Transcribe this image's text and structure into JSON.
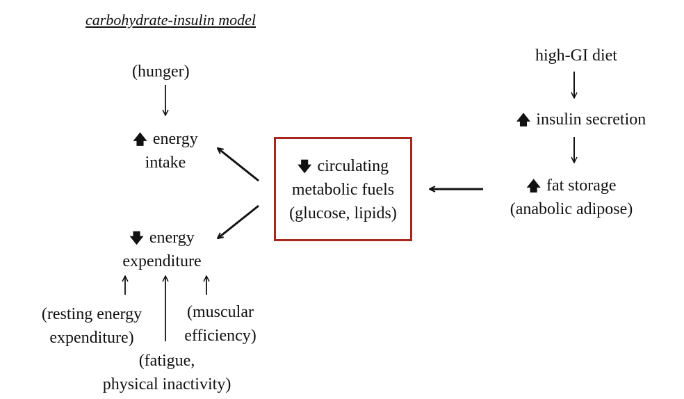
{
  "title": "carbohydrate-insulin model",
  "nodes": {
    "hunger": "(hunger)",
    "energy_intake": {
      "arrow": "🡅",
      "line1": "energy",
      "line2": "intake"
    },
    "circulating_fuels": {
      "arrow": "🡇",
      "line1": "circulating",
      "line2": "metabolic fuels",
      "line3": "(glucose, lipids)"
    },
    "energy_expenditure": {
      "arrow": "🡇",
      "line1": "energy",
      "line2": "expenditure"
    },
    "high_gi_diet": "high-GI diet",
    "insulin_secretion": {
      "arrow": "🡅",
      "label": "insulin secretion"
    },
    "fat_storage": {
      "arrow": "🡅",
      "line1": "fat storage",
      "line2": "(anabolic adipose)"
    },
    "resting_energy": {
      "line1": "(resting energy",
      "line2": "expenditure)"
    },
    "muscular_efficiency": {
      "line1": "(muscular",
      "line2": "efficiency)"
    },
    "fatigue": {
      "line1": "(fatigue,",
      "line2": "physical inactivity)"
    }
  },
  "colors": {
    "box_border": "#a6281c",
    "text": "#111111"
  }
}
